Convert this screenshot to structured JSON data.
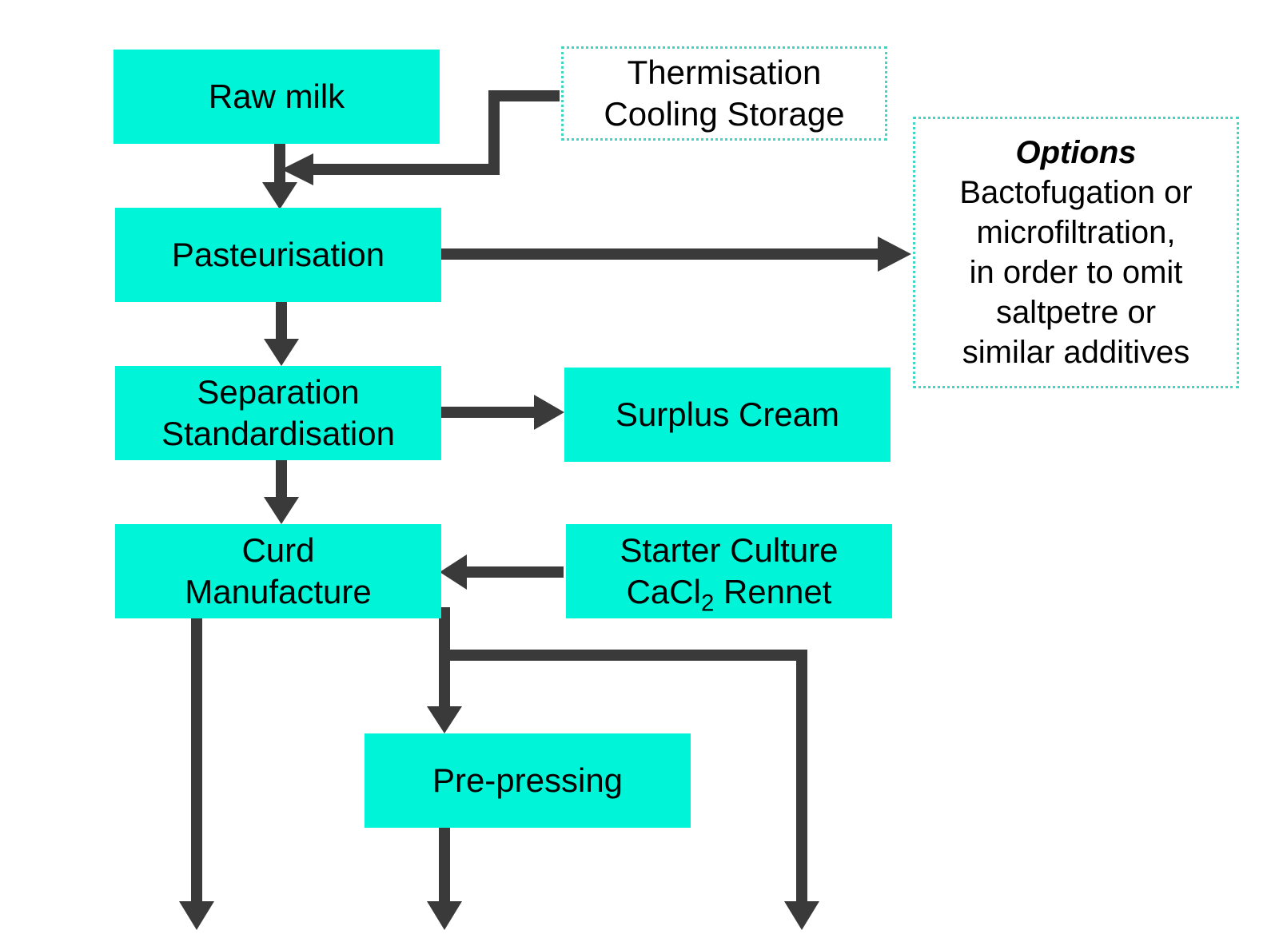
{
  "colors": {
    "box_fill": "#00F5D8",
    "dotted_border": "#3fd6c4",
    "arrow": "#3a3a3a"
  },
  "nodes": {
    "raw_milk": "Raw milk",
    "thermisation": [
      "Thermisation",
      "Cooling Storage"
    ],
    "pasteurisation": "Pasteurisation",
    "options": {
      "title": "Options",
      "lines": [
        "Bactofugation or",
        "microfiltration,",
        "in order to omit",
        "saltpetre or",
        "similar additives"
      ]
    },
    "separation": [
      "Separation",
      "Standardisation"
    ],
    "surplus_cream": "Surplus Cream",
    "curd_manufacture": [
      "Curd",
      "Manufacture"
    ],
    "starter_culture": {
      "line1": "Starter Culture",
      "line2_pre": "CaCl",
      "line2_sub": "2",
      "line2_post": " Rennet"
    },
    "pre_pressing": "Pre-pressing"
  }
}
